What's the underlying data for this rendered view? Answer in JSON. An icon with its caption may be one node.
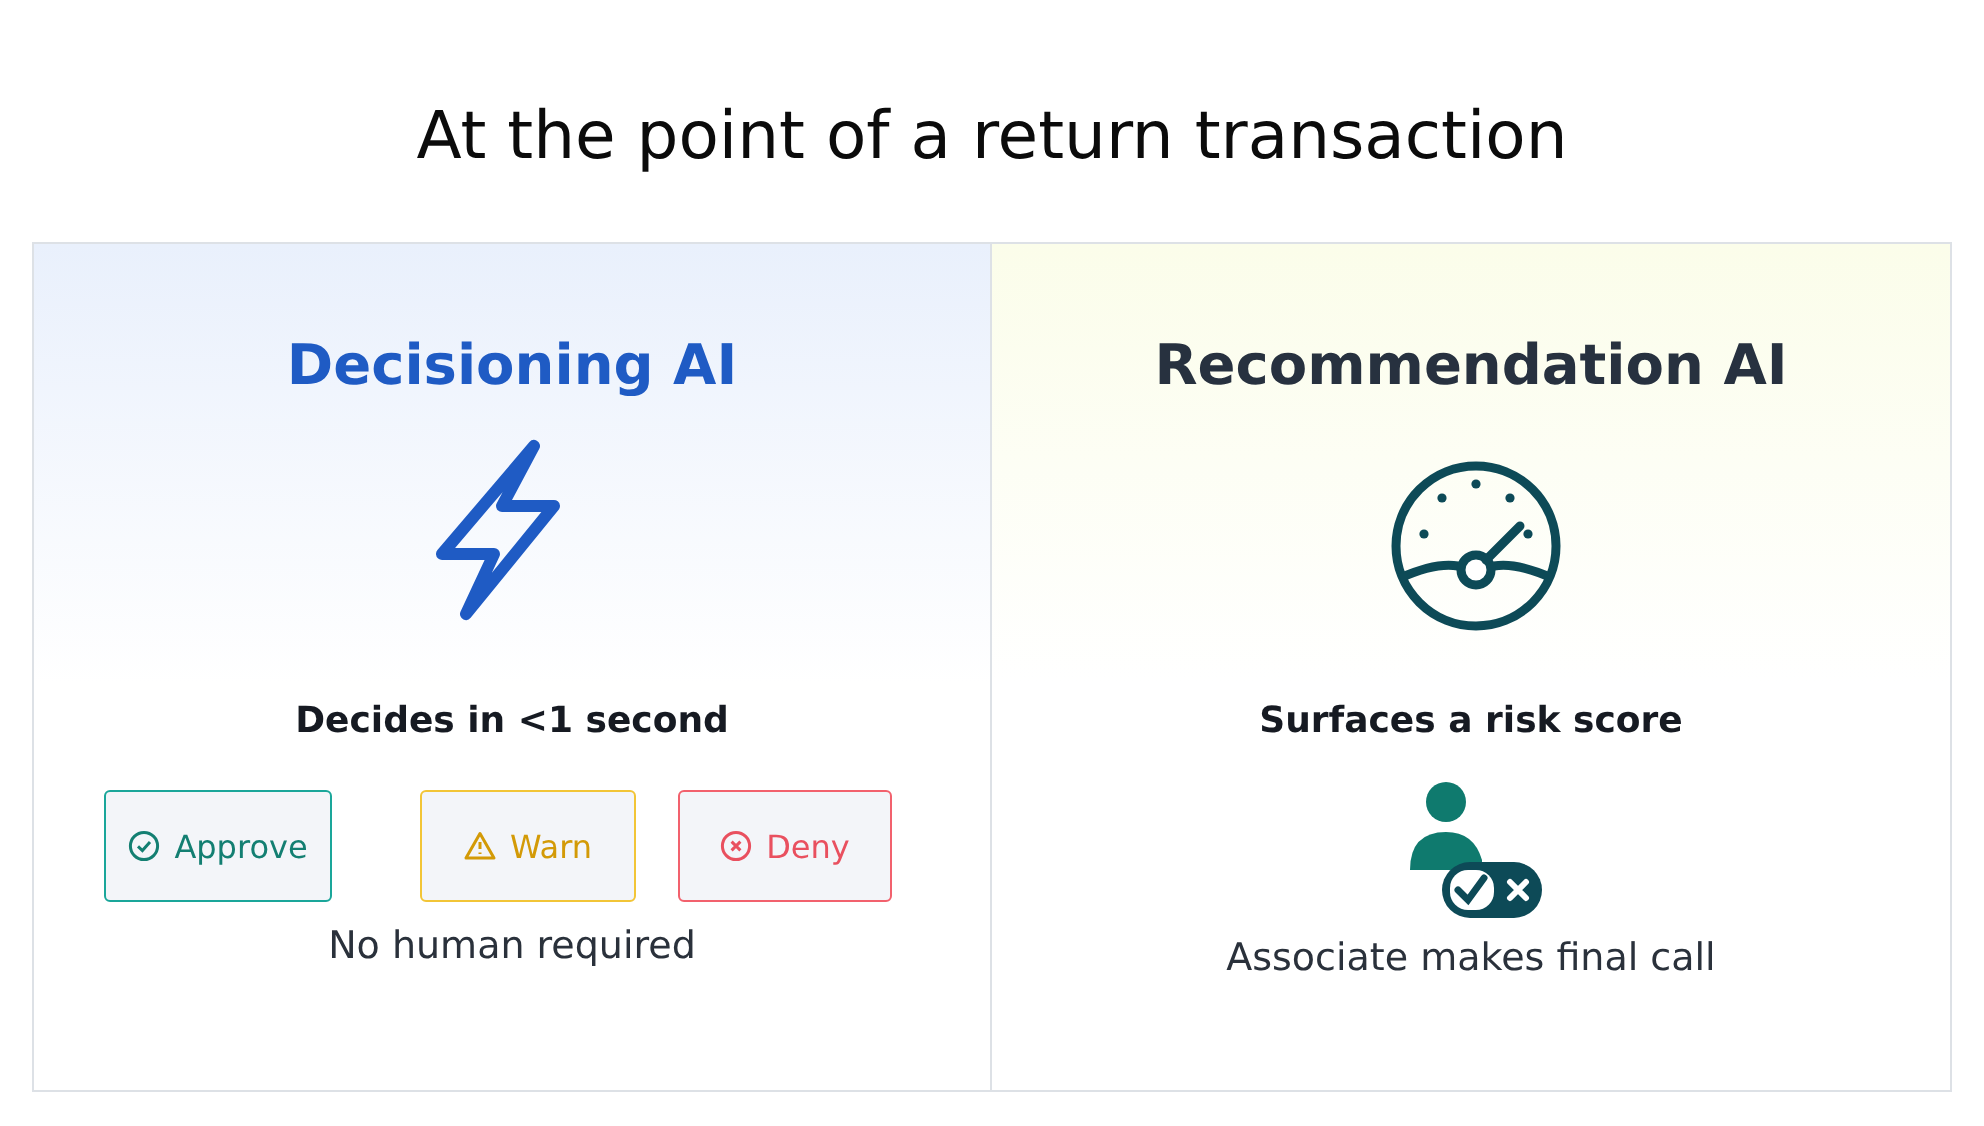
{
  "diagram": {
    "title": "At the point of a return transaction",
    "nodes": [
      {
        "text": [
          "Decisioning AI",
          "Decides in <1 second",
          "No human required"
        ]
      },
      {
        "text": [
          "Recommendation AI",
          "Surfaces a risk score",
          "Associate makes final call"
        ]
      },
      {
        "text": [
          "Approve"
        ],
        "in": 0
      },
      {
        "text": [
          "Warn"
        ],
        "in": 0
      },
      {
        "text": [
          "Deny"
        ],
        "in": 0
      }
    ]
  }
}
